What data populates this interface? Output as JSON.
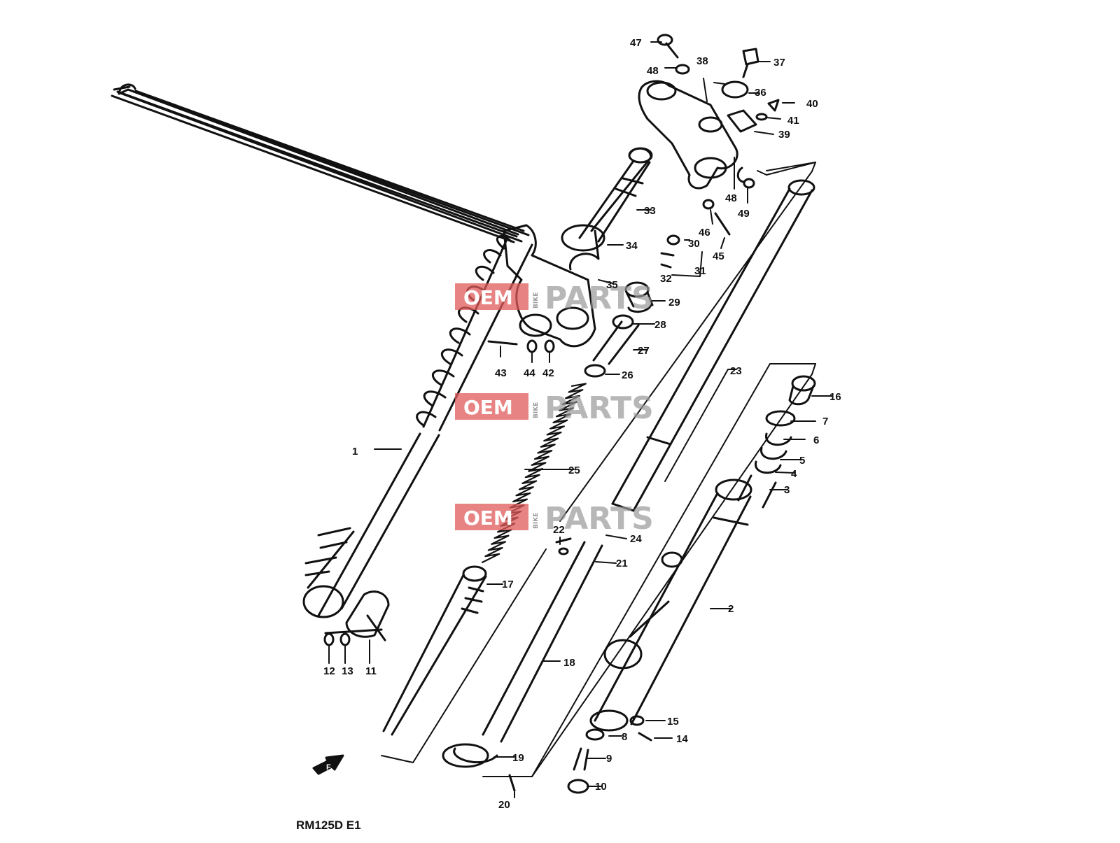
{
  "diagram": {
    "model_code": "RM125D E1",
    "front_arrow_label": "F",
    "watermark": {
      "brand_a": "OEM",
      "brand_small": "BIKE",
      "brand_b": "PARTS",
      "color": "#e05a5a",
      "gray": "#9a9a9a"
    },
    "callouts": [
      "1",
      "2",
      "3",
      "4",
      "5",
      "6",
      "7",
      "8",
      "9",
      "10",
      "11",
      "12",
      "13",
      "14",
      "15",
      "16",
      "17",
      "18",
      "19",
      "20",
      "21",
      "22",
      "23",
      "24",
      "25",
      "26",
      "27",
      "28",
      "29",
      "30",
      "31",
      "32",
      "33",
      "34",
      "35",
      "36",
      "37",
      "38",
      "39",
      "40",
      "41",
      "42",
      "43",
      "44",
      "45",
      "46",
      "47",
      "48",
      "48",
      "49"
    ]
  }
}
